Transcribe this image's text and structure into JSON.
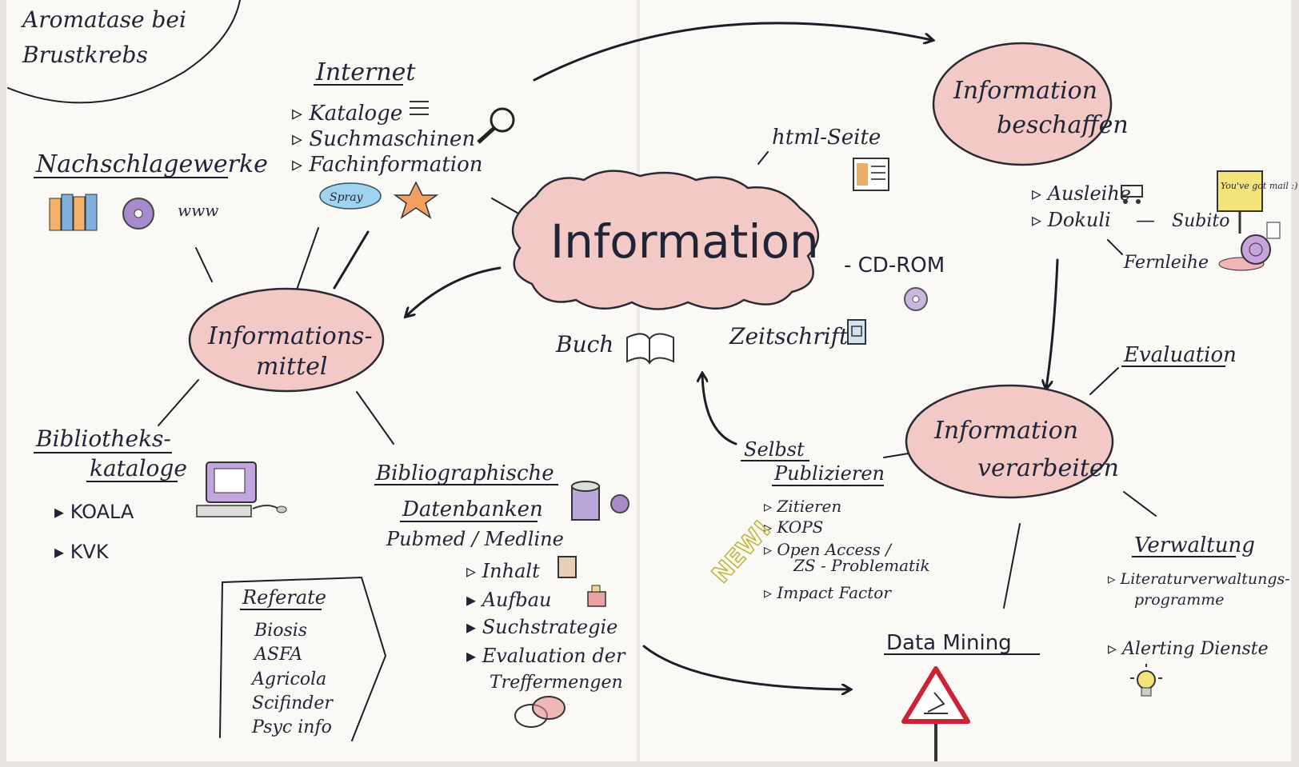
{
  "corner_note": {
    "line1": "Aromatase bei",
    "line2": "Brustkrebs"
  },
  "center": {
    "label": "Information"
  },
  "hubs": {
    "beschaffen": {
      "line1": "Information",
      "line2": "beschaffen"
    },
    "mittel": {
      "line1": "Informations-",
      "line2": "mittel"
    },
    "verarbeiten": {
      "line1": "Information",
      "line2": "verarbeiten"
    }
  },
  "media": {
    "html": "html-Seite",
    "cdrom": "- CD-ROM",
    "buch": "Buch",
    "zeitschrift": "Zeitschrift"
  },
  "internet": {
    "title": "Internet",
    "items": [
      "Kataloge",
      "Suchmaschinen",
      "Fachinformation"
    ],
    "badge": "Spray"
  },
  "nachschlage": {
    "title": "Nachschlagewerke",
    "www": "www"
  },
  "beschaffen_list": {
    "item1": "Ausleihe",
    "item2": "Dokuli",
    "dash": "—",
    "subito": "Subito",
    "fernleihe": "Fernleihe",
    "sign": "You've got mail :)"
  },
  "evaluation": "Evaluation",
  "bibliotheks": {
    "title1": "Bibliotheks-",
    "title2": "kataloge",
    "items": [
      "KOALA",
      "KVK"
    ]
  },
  "biblio_db": {
    "title1": "Bibliographische",
    "title2": "Datenbanken",
    "sub": "Pubmed / Medline",
    "items": [
      "Inhalt",
      "Aufbau",
      "Suchstrategie",
      "Evaluation der"
    ],
    "item4b": "Treffermengen"
  },
  "referate": {
    "title": "Referate",
    "items": [
      "Biosis",
      "ASFA",
      "Agricola",
      "Scifinder",
      "Psyc info"
    ]
  },
  "selbst": {
    "title1": "Selbst",
    "title2": "Publizieren",
    "items": [
      "Zitieren",
      "KOPS",
      "Open Access /"
    ],
    "item3b": "ZS - Problematik",
    "item4": "Impact Factor",
    "new": "NEW!"
  },
  "datamining": "Data Mining",
  "verwaltung": {
    "title": "Verwaltung",
    "item1": "Literaturverwaltungs-",
    "item1b": "programme",
    "item2": "Alerting Dienste"
  },
  "colors": {
    "paper": "#fbf9f5",
    "bubble": "#f3c9c6",
    "ink": "#1d1d28",
    "cd": "#9a7fc4"
  }
}
